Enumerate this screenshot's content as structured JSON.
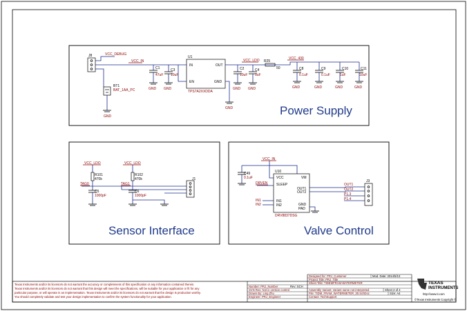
{
  "blocks": {
    "power_supply": "Power Supply",
    "sensor_interface": "Sensor Interface",
    "valve_control": "Valve Control"
  },
  "power": {
    "j8": "J8",
    "vcc_debug": "VCC_DEBUG",
    "vcc_in": "VCC_IN",
    "bt1": "BT1",
    "bt1_val": "BAT_1AA_PC",
    "c1": "C1",
    "c1_val": "47uF",
    "c3": "C3",
    "c3_val": "10uF",
    "u1": "U1",
    "u1_in": "IN",
    "u1_out": "OUT",
    "u1_en": "EN",
    "u1_gnd": "GND",
    "u1_part": "TPS7A2XXDDA",
    "vcc_ldo": "VCC_LDO",
    "c2": "C2",
    "c2_val": "10uF",
    "c4": "C4",
    "c4_val": "1uF",
    "r25": "R25",
    "r25_val": "50",
    "vcc_430": "VCC_430",
    "c8": "C8",
    "c8_val": "0.1uF",
    "c9": "C9",
    "c9_val": "0.1uF",
    "c10": "C10",
    "c10_val": "1uF",
    "c11": "C11",
    "c11_val": "10uF",
    "gnd": "GND"
  },
  "sensor": {
    "vcc_ldo": "VCC_LDO",
    "r101": "R101",
    "r101_val": "470k",
    "r102": "R102",
    "r102_val": "470k",
    "tag0": "TAG0",
    "tag1": "TAG1",
    "c5": "C5",
    "c5_val": "1000pF",
    "c6": "C6",
    "c6_val": "1000pF",
    "j1": "J1"
  },
  "valve": {
    "vcc_in": "VCC_IN",
    "c49": "C49",
    "c49_val": "0.1uF",
    "u10": "U10",
    "vcc": "VCC",
    "vm": "VM",
    "sleep": "SLEEP",
    "drven": "DRVEN",
    "out1": "OUT1",
    "out2": "OUT2",
    "in1_net": "IN1",
    "in2_net": "IN2",
    "in1": "IN1",
    "in2": "IN2",
    "gnd": "GND",
    "pad": "PAD",
    "part": "DRV8837DSG",
    "j3": "J3",
    "net_out1": "OUT1",
    "net_out2": "OUT2",
    "p13": "P1.3",
    "p14": "P1.4"
  },
  "title_block": {
    "designed_for": "Designed for: PRJ_Customer",
    "mod_date": "Mod. Date: 2014/5/13",
    "project_title": "Project Title: PRJ_Title",
    "sheet_title": "Sheet Title: TIDEMFRAM-WATERMETER",
    "number": "Number: PRJ_Number",
    "rev": "Rev: SCH",
    "svn_rev": "SVN Rev: Not in version control",
    "assembly_variant": "Assembly Variant: Variant name not interpreted",
    "sheet": "Sheet 2 of 4",
    "drawn_by": "Drawn By: Ling Zhu",
    "file": "File: TIDM_FRAM_WATERMETER_30.SchDoc",
    "size": "Size: A4",
    "engineer": "Engineer: PRJ_Engineer",
    "contact": "Contact: TechSupport",
    "url": "http://www.ti.com",
    "company_line1": "TEXAS",
    "company_line2": "INSTRUMENTS",
    "copyright": "©Texas Instruments Copyright ©",
    "disclaimer": [
      "Texas Instruments and/or its licensors do not warrant the accuracy or completeness of this specification or any information contained therein.",
      "Texas Instruments and/or its licensors do not warrant that this design will meet the specifications, will be suitable for your application or fit for any",
      "particular purpose, or will operate in an implementation. Texas Instruments and/or its licensors do not warrant that the design is production worthy.",
      "You should completely validate and test your design implementation to confirm the system functionality for your application."
    ]
  }
}
